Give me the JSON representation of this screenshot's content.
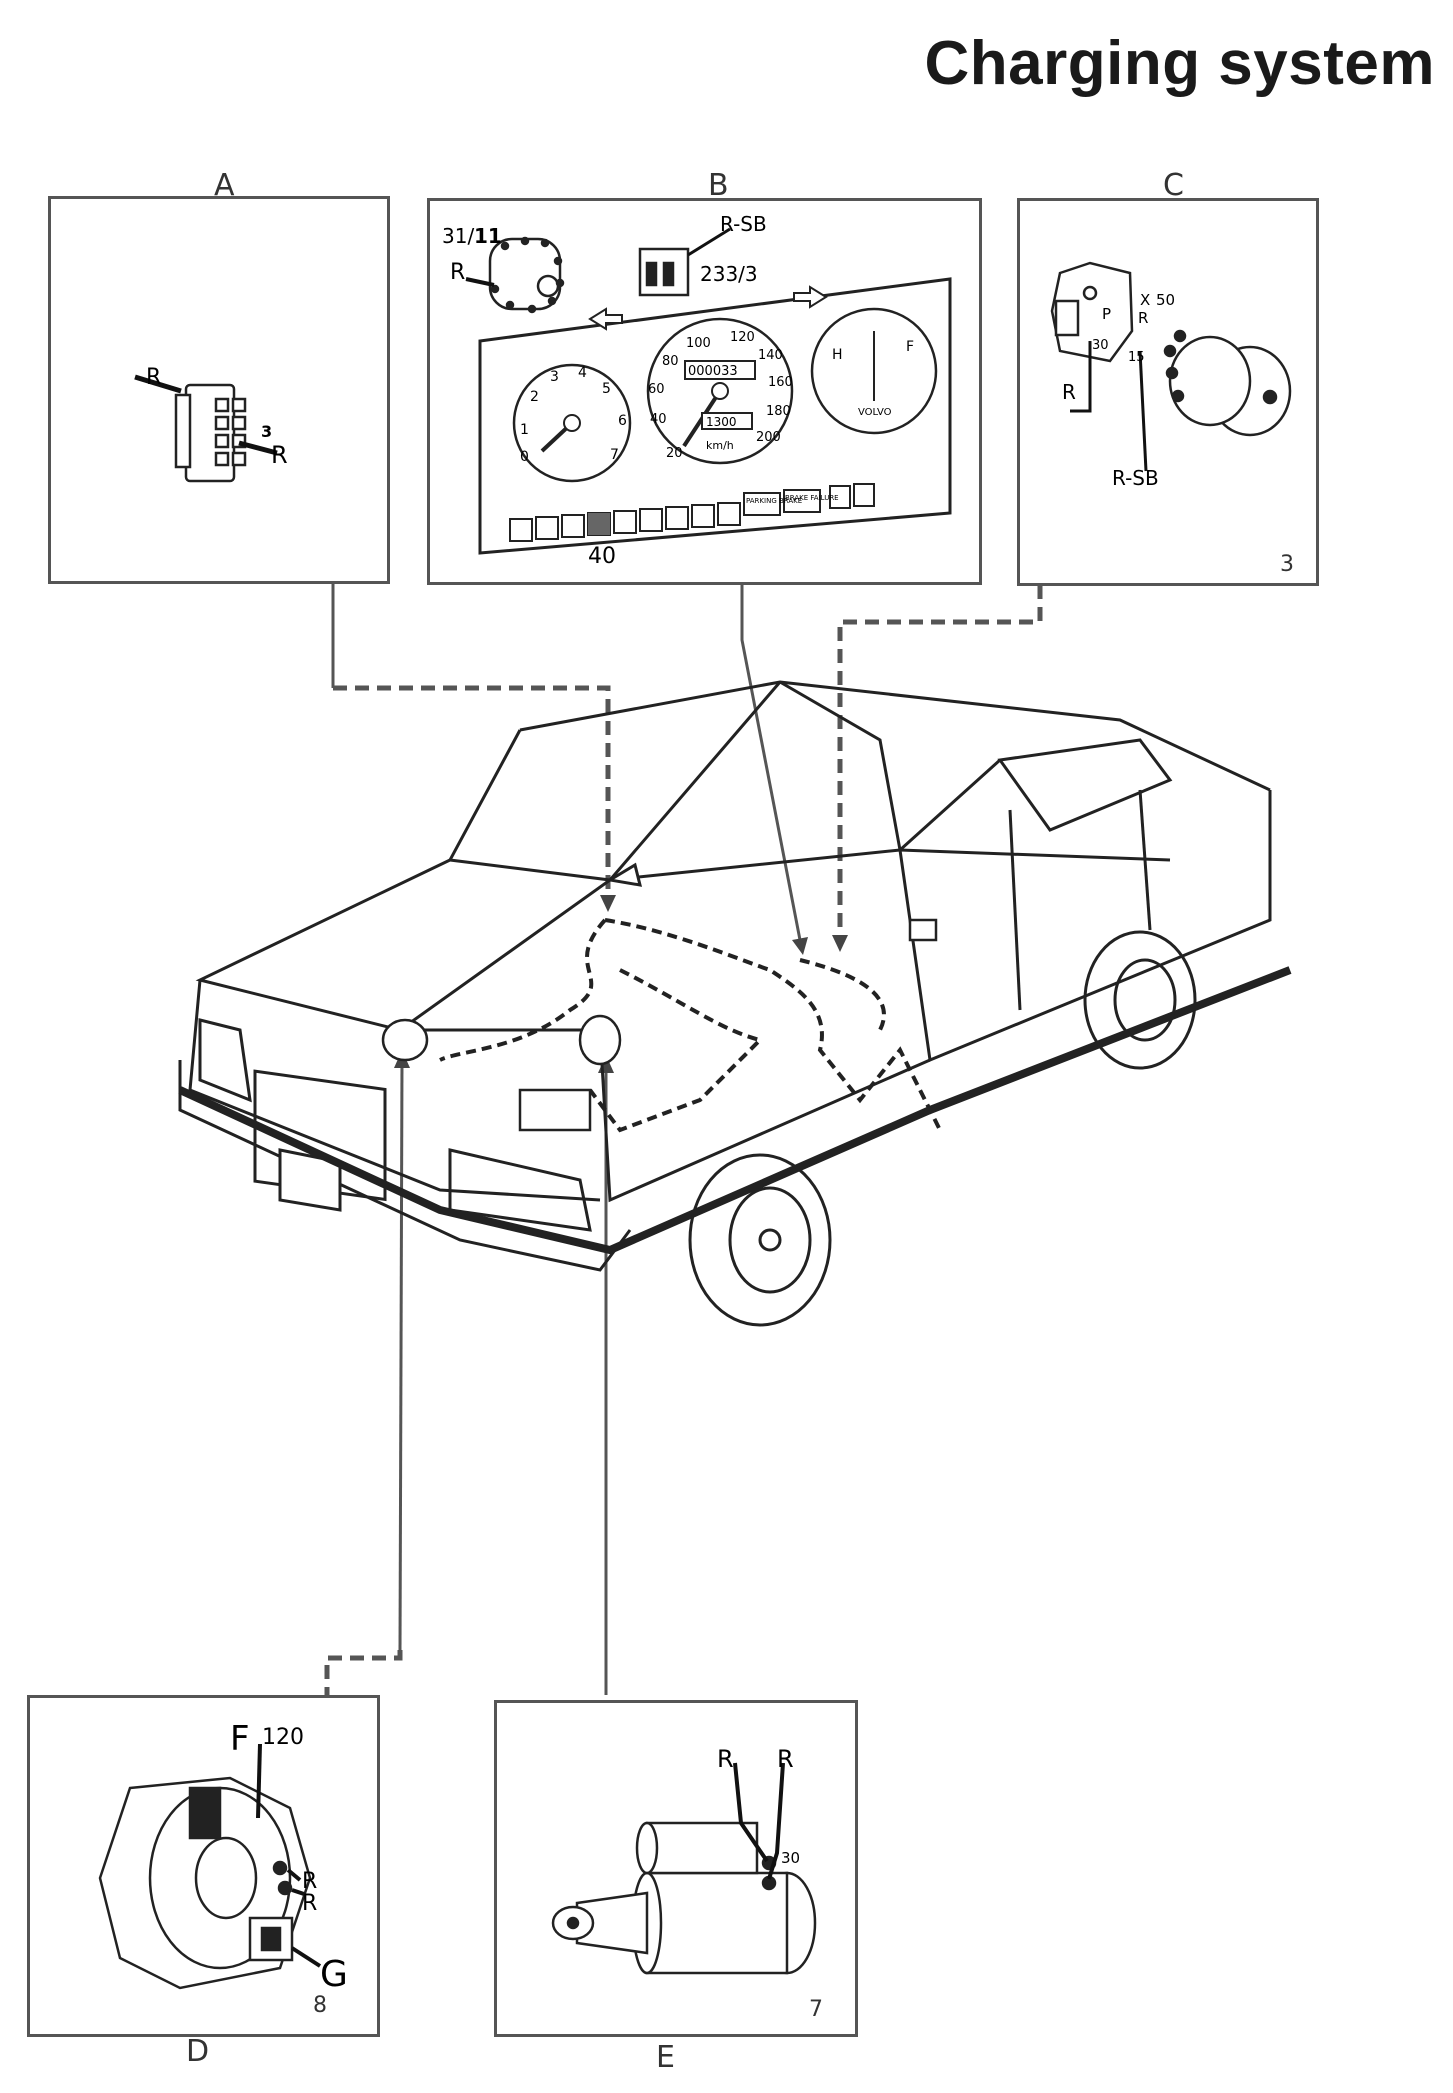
{
  "title": "Charging system",
  "panels": {
    "A": {
      "letter": "A",
      "labels": {
        "r1": "R",
        "r2": "R",
        "three": "3"
      }
    },
    "B": {
      "letter": "B",
      "number": "40",
      "labels": {
        "code1": "31/",
        "code1b": "11",
        "r": "R",
        "rsb": "R-SB",
        "code2": "233/3",
        "odo": "000033",
        "trip": "1300",
        "kmh": "km/h",
        "h": "H",
        "f": "F",
        "volvo": "VOLVO",
        "parking": "PARKING BRAKE",
        "brake": "BRAKE FAILURE",
        "speeds": [
          "20",
          "40",
          "60",
          "80",
          "100",
          "120",
          "140",
          "160",
          "180",
          "200"
        ],
        "revs": [
          "0",
          "1",
          "2",
          "3",
          "4",
          "5",
          "6",
          "7"
        ]
      }
    },
    "C": {
      "letter": "C",
      "number": "3",
      "labels": {
        "r": "R",
        "rsb": "R-SB",
        "x": "X",
        "p": "P",
        "r2": "R",
        "n50": "50",
        "n30": "30",
        "n15": "15"
      }
    },
    "D": {
      "letter": "D",
      "number": "8",
      "labels": {
        "f": "F",
        "n120": "120",
        "r1": "R",
        "r2": "R",
        "g": "G"
      }
    },
    "E": {
      "letter": "E",
      "number": "7",
      "labels": {
        "r1": "R",
        "r2": "R",
        "n30": "30"
      }
    }
  }
}
